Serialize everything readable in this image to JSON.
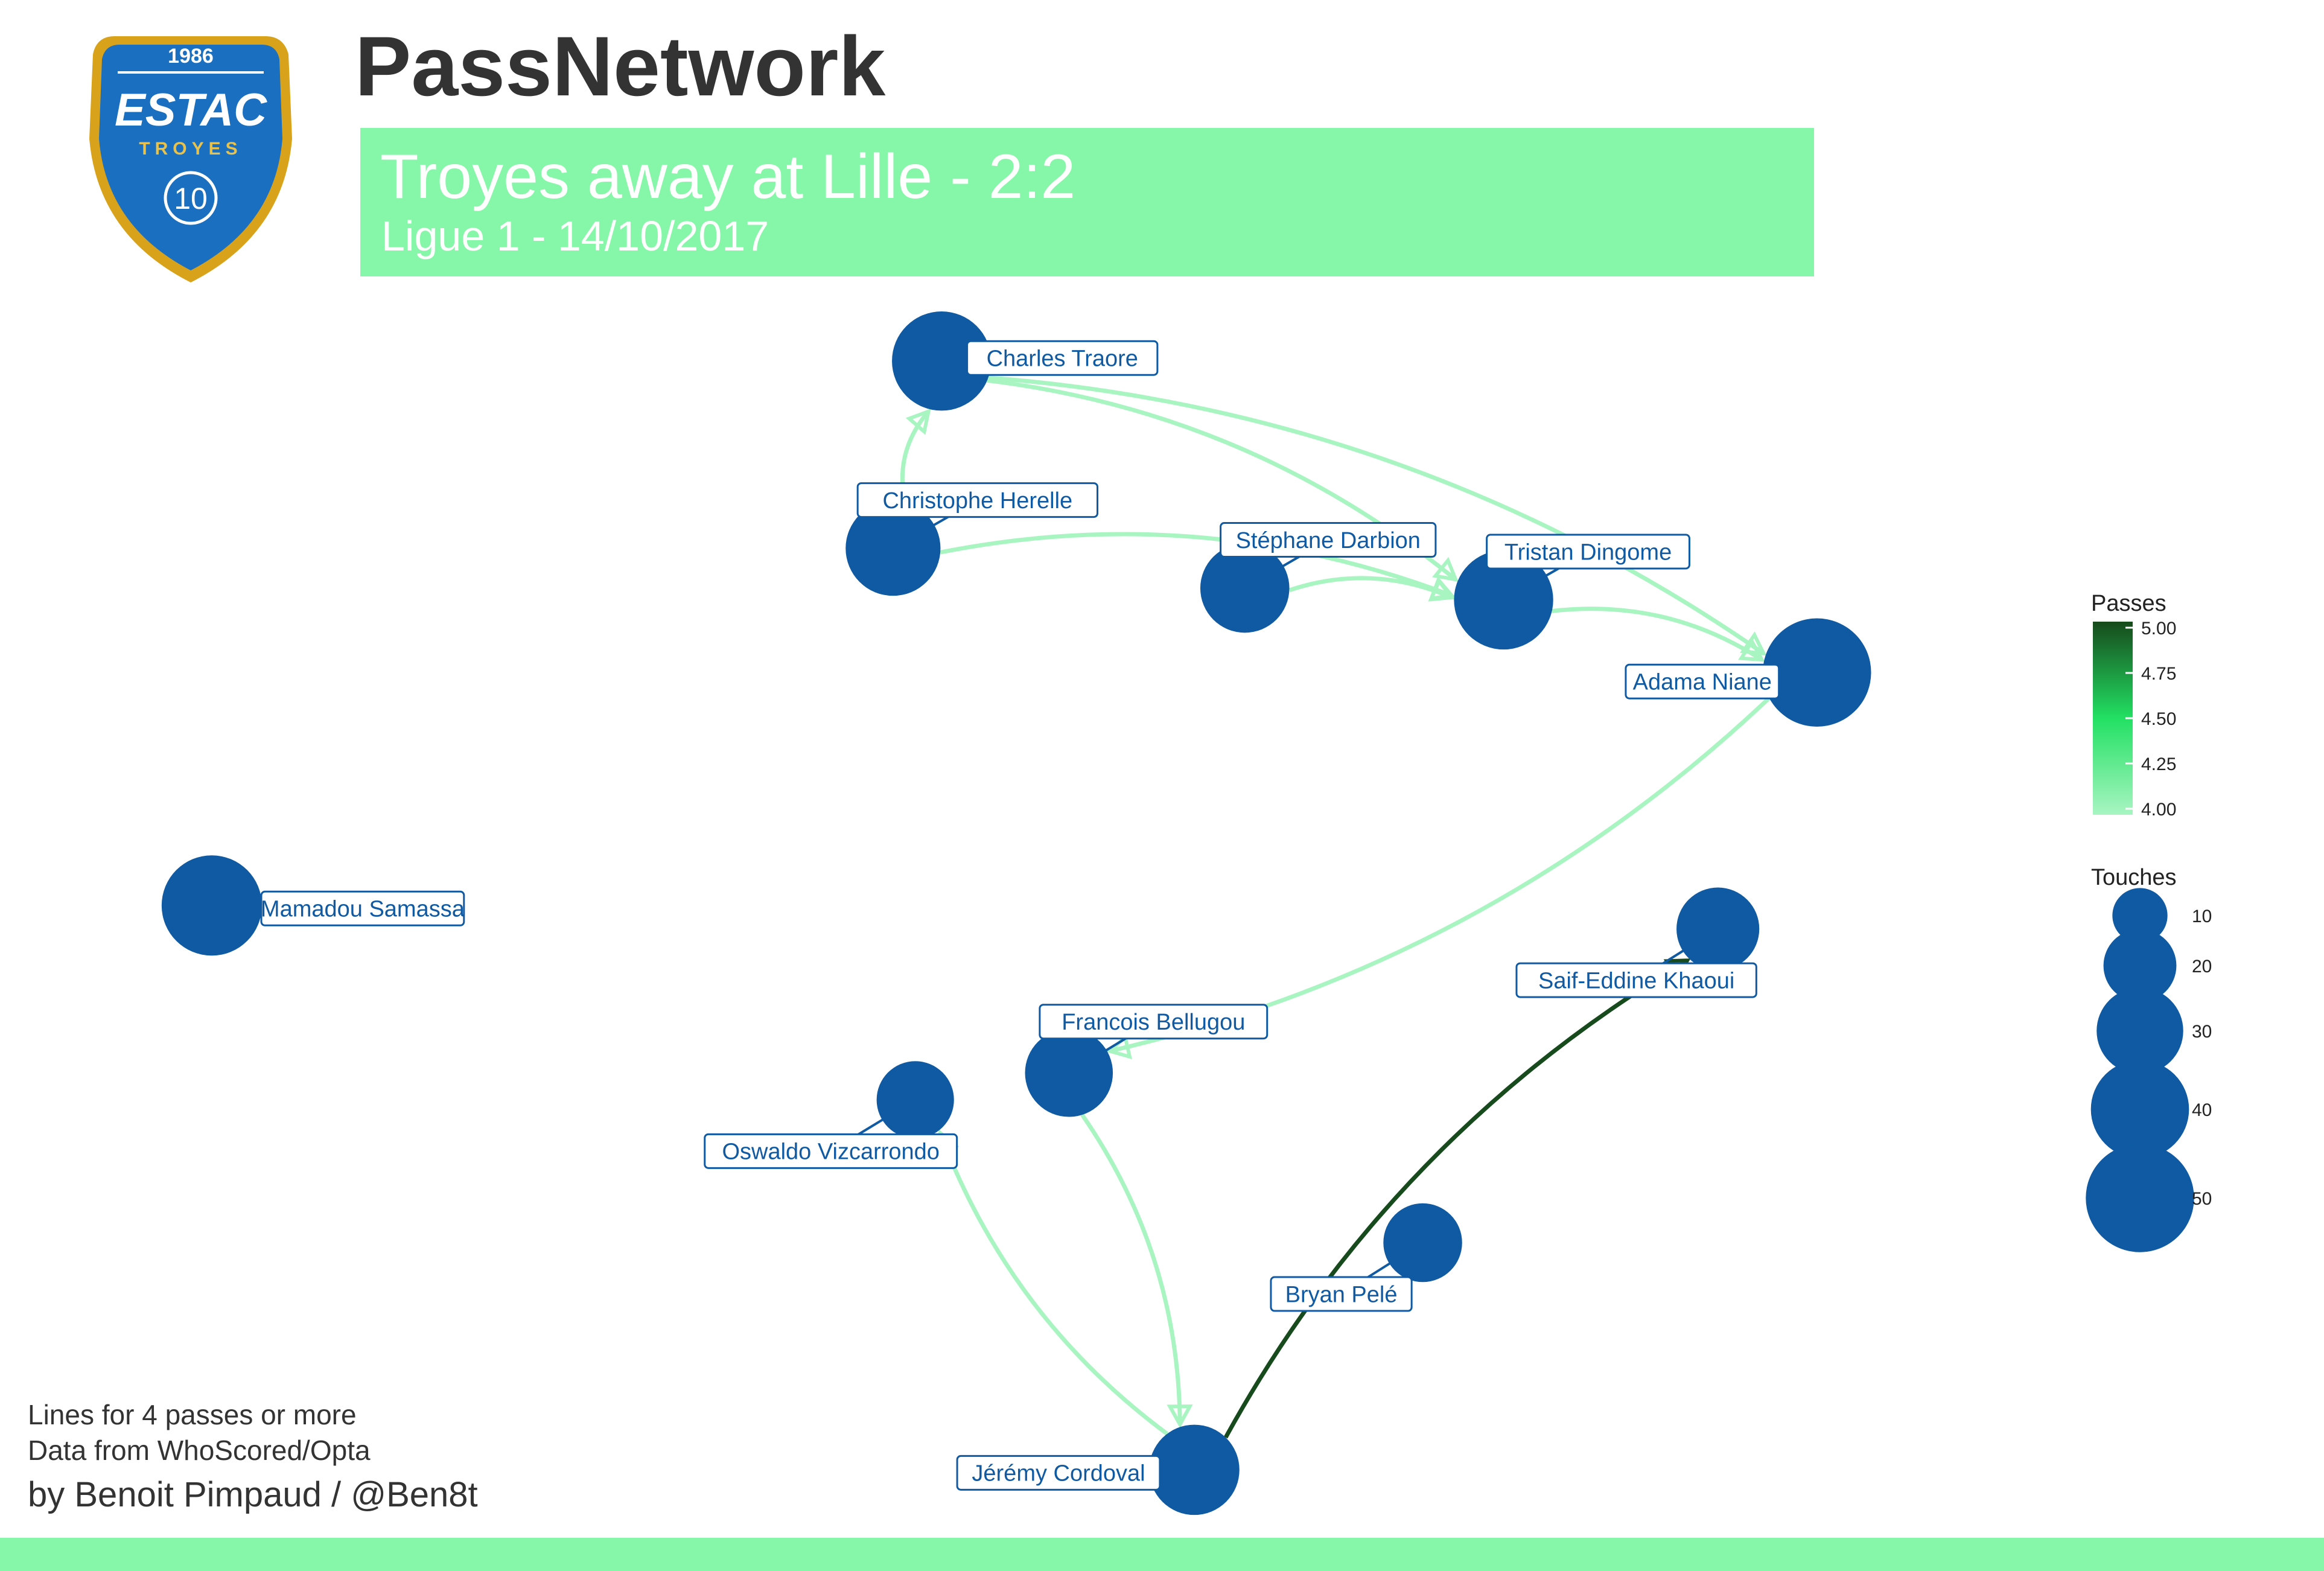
{
  "header": {
    "title": "PassNetwork",
    "subtitle": "Troyes away at Lille - 2:2",
    "match_info": "Ligue 1 - 14/10/2017"
  },
  "logo": {
    "year": "1986",
    "name": "ESTAC",
    "city": "TROYES",
    "number": "10"
  },
  "credits": {
    "line1": "Lines for 4 passes or more",
    "line2": "Data from WhoScored/Opta",
    "line3": "by Benoit Pimpaud / @Ben8t"
  },
  "colors": {
    "accent": "#86f7a9",
    "node": "#0f5aa3",
    "title_text": "#333333",
    "banner_text": "#ffffff",
    "edge_low": "#a8f5c2",
    "edge_high": "#174a1c"
  },
  "chart_data": {
    "type": "network",
    "pitch_x_range": [
      0,
      100
    ],
    "pitch_y_range": [
      0,
      100
    ],
    "nodes": [
      {
        "id": "charles",
        "name": "Charles Traore",
        "x": 41.5,
        "y": 97.0,
        "touches": 41
      },
      {
        "id": "herelle",
        "name": "Christophe Herelle",
        "x": 39.1,
        "y": 81.0,
        "touches": 37
      },
      {
        "id": "darbion",
        "name": "Stéphane Darbion",
        "x": 56.5,
        "y": 77.6,
        "touches": 32
      },
      {
        "id": "dingome",
        "name": "Tristan Dingome",
        "x": 69.3,
        "y": 76.6,
        "touches": 41
      },
      {
        "id": "niane",
        "name": "Adama Niane",
        "x": 84.8,
        "y": 70.4,
        "touches": 50
      },
      {
        "id": "samassa",
        "name": "Mamadou Samassa",
        "x": 5.4,
        "y": 50.5,
        "touches": 42
      },
      {
        "id": "khaoui",
        "name": "Saif-Eddine Khaoui",
        "x": 79.9,
        "y": 48.5,
        "touches": 27
      },
      {
        "id": "bellugou",
        "name": "Francois Bellugou",
        "x": 47.8,
        "y": 36.2,
        "touches": 31
      },
      {
        "id": "vizcarrondo",
        "name": "Oswaldo Vizcarrondo",
        "x": 40.2,
        "y": 33.9,
        "touches": 23
      },
      {
        "id": "pele",
        "name": "Bryan Pelé",
        "x": 65.3,
        "y": 21.7,
        "touches": 24
      },
      {
        "id": "cordoval",
        "name": "Jérémy Cordoval",
        "x": 54.0,
        "y": 2.3,
        "touches": 33
      }
    ],
    "edges": [
      {
        "from": "herelle",
        "to": "charles",
        "passes": 4
      },
      {
        "from": "charles",
        "to": "dingome",
        "passes": 4
      },
      {
        "from": "charles",
        "to": "niane",
        "passes": 4
      },
      {
        "from": "herelle",
        "to": "dingome",
        "passes": 4
      },
      {
        "from": "darbion",
        "to": "dingome",
        "passes": 4
      },
      {
        "from": "dingome",
        "to": "niane",
        "passes": 4
      },
      {
        "from": "niane",
        "to": "bellugou",
        "passes": 4
      },
      {
        "from": "bellugou",
        "to": "cordoval",
        "passes": 4
      },
      {
        "from": "cordoval",
        "to": "vizcarrondo",
        "passes": 4
      },
      {
        "from": "cordoval",
        "to": "khaoui",
        "passes": 5
      }
    ],
    "legend_passes": {
      "title": "Passes",
      "ticks": [
        "5.00",
        "4.75",
        "4.50",
        "4.25",
        "4.00"
      ],
      "range": [
        4,
        5
      ]
    },
    "legend_touches": {
      "title": "Touches",
      "values": [
        10,
        20,
        30,
        40,
        50
      ],
      "labels": [
        "10",
        "20",
        "30",
        "40",
        "50"
      ]
    }
  }
}
